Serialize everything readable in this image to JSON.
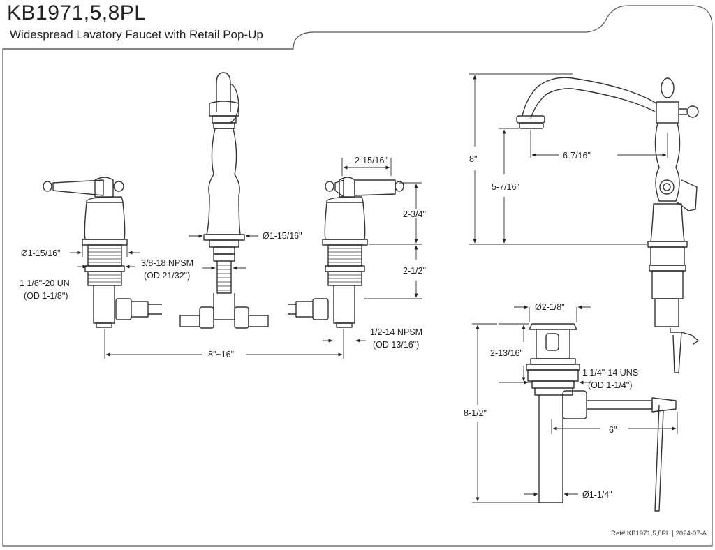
{
  "header": {
    "title": "KB1971,5,8PL",
    "subtitle": "Widespread Lavatory Faucet with Retail Pop-Up"
  },
  "dimensions": {
    "handle_base_dia": "Ø1-15/16\"",
    "handle_thread": "1 1/8\"-20 UN",
    "handle_thread_od": "(OD 1-1/8\")",
    "spout_base_dia": "Ø1-15/16\"",
    "spout_thread": "3/8-18 NPSM",
    "spout_thread_od": "(OD 21/32\")",
    "handle_width": "2-15/16\"",
    "handle_height": "2-3/4\"",
    "shank_length": "2-1/2\"",
    "supply_thread": "1/2-14 NPSM",
    "supply_thread_od": "(OD 13/16\")",
    "center_spread": "8\"~16\"",
    "overall_height": "8\"",
    "spout_height": "5-7/16\"",
    "spout_reach": "6-7/16\"",
    "drain_flange_dia": "Ø2-1/8\"",
    "drain_flange_height": "2-13/16\"",
    "drain_thread": "1 1/4\"-14 UNS",
    "drain_thread_od": "(OD 1-1/4\")",
    "drain_length": "8-1/2\"",
    "pivot_rod_length": "6\"",
    "tailpiece_dia": "Ø1-1/4\""
  },
  "footer": {
    "ref": "Ref# KB1971,5,8PL",
    "date": "2024-07-A"
  }
}
